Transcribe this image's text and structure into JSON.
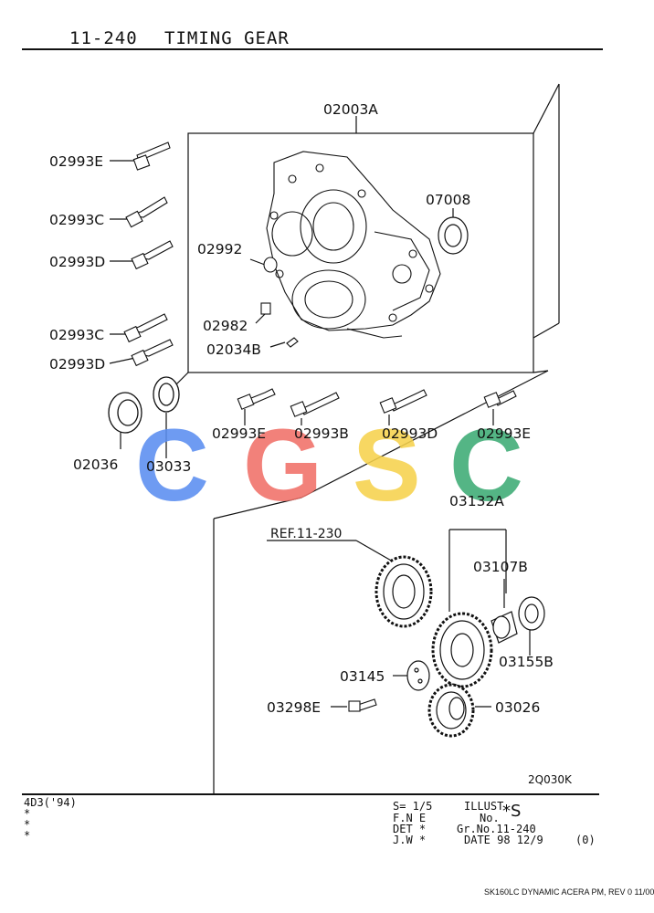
{
  "header": {
    "group_code": "11-240",
    "title": "TIMING GEAR"
  },
  "watermark": {
    "letters": [
      "C",
      "G",
      "S",
      "C"
    ],
    "colors": [
      "#5a8df0",
      "#f07068",
      "#f6d24c",
      "#3cab74"
    ]
  },
  "parts": {
    "housing": "02003A",
    "bearing": "07008",
    "bolt_e_top": "02993E",
    "bolt_c_1": "02993C",
    "bolt_d_1": "02993D",
    "bolt_c_2": "02993C",
    "bolt_d_2": "02993D",
    "seal_ring": "02992",
    "pin": "02982",
    "plug": "02034B",
    "oil_seal": "02036",
    "washer": "03033",
    "bolt_e_lower_1": "02993E",
    "bolt_b": "02993B",
    "bolt_d_3": "02993D",
    "bolt_e_lower_2": "02993E",
    "idler_assembly": "03132A",
    "ref_label": "REF.11-230",
    "bushing": "03107B",
    "thrust_plate": "03155B",
    "plate": "03145",
    "bolt_small": "03298E",
    "small_gear": "03026"
  },
  "illustration_code": "2Q030K",
  "footer": {
    "model_year": "4D3('94)",
    "stars": [
      "*",
      "*",
      "*"
    ],
    "line1_left": "S= 1/5",
    "line1_right": "ILLUST",
    "no_label": "No.",
    "illust_no": "*S",
    "line2": "F.N E",
    "line3_left": "DET *",
    "line3_right": "Gr.No.11-240",
    "line4_left": "J.W *",
    "line4_right": "DATE 98 12/9",
    "revision": "(0)",
    "document_ref": "SK160LC DYNAMIC ACERA PM, REV 0 11/00"
  }
}
